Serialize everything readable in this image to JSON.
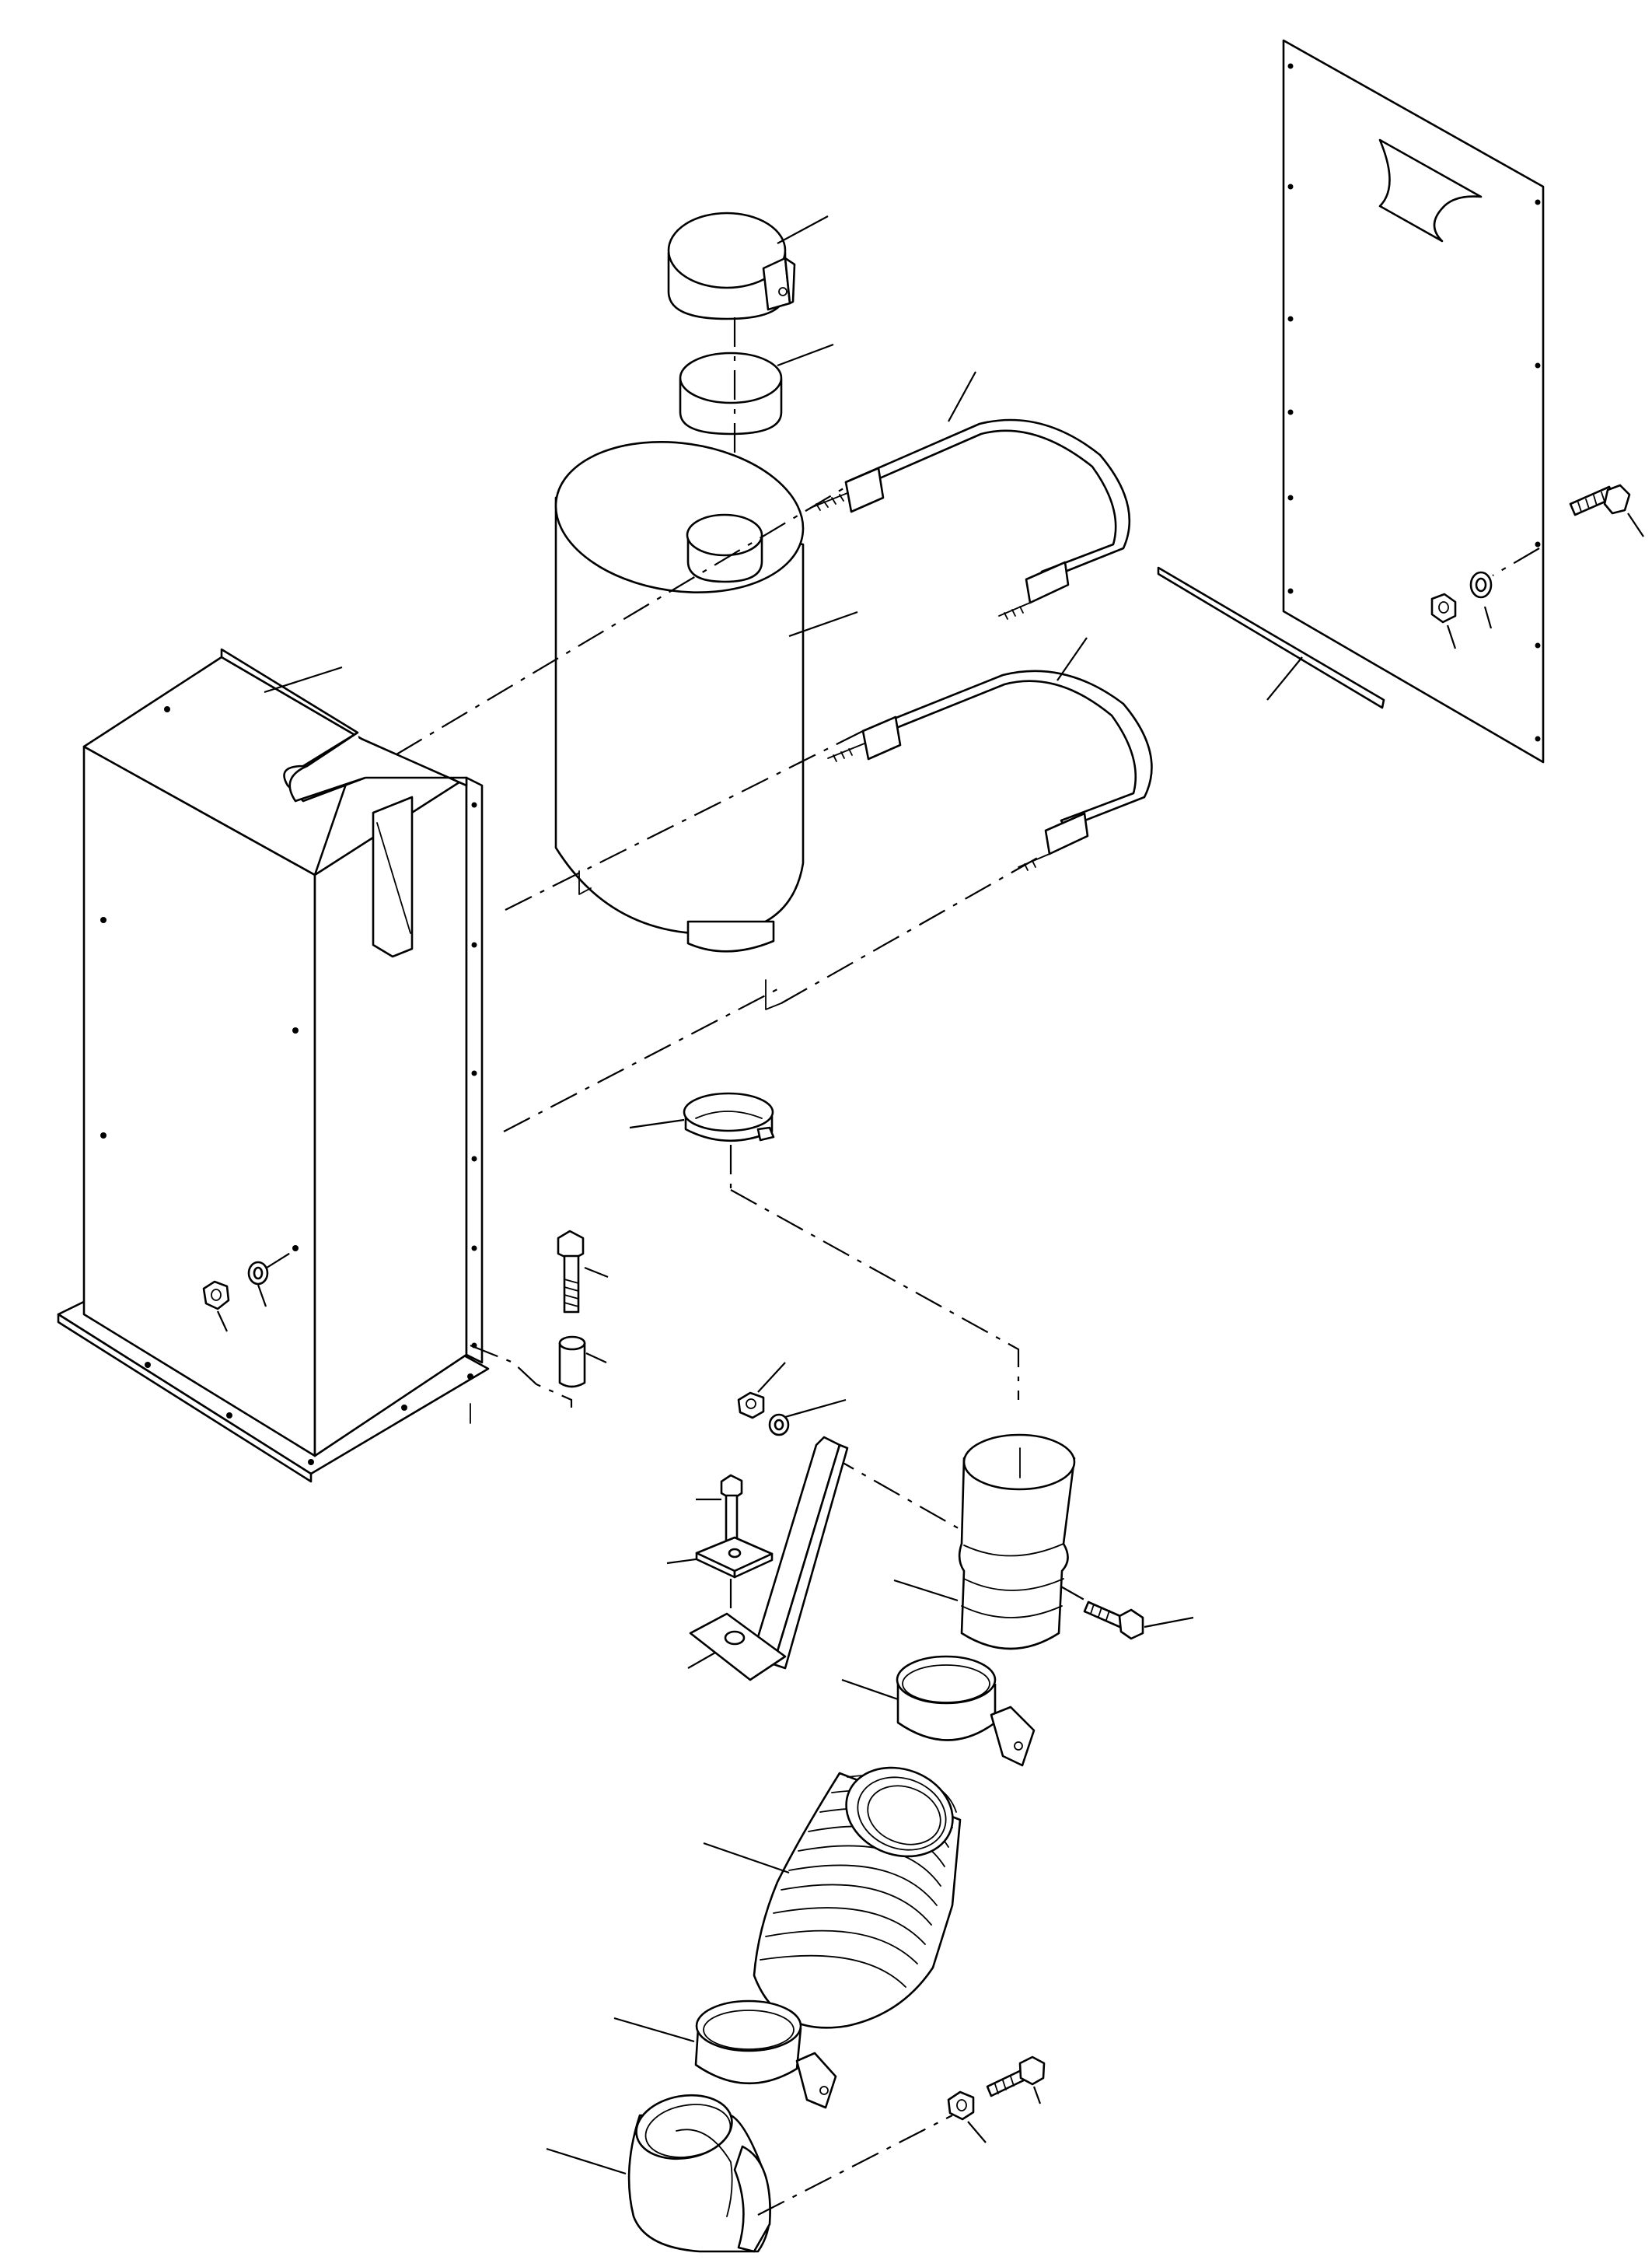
{
  "diagram": {
    "parts": [
      {
        "name": "side-panel-right"
      },
      {
        "name": "rain-cap"
      },
      {
        "name": "exhaust-adapter-top"
      },
      {
        "name": "muffler"
      },
      {
        "name": "u-bolt-strap-upper"
      },
      {
        "name": "u-bolt-strap-lower"
      },
      {
        "name": "gasket-strip"
      },
      {
        "name": "muffler-housing"
      },
      {
        "name": "outlet-clamp"
      },
      {
        "name": "mounting-bolt"
      },
      {
        "name": "spacer-tube"
      },
      {
        "name": "support-bracket"
      },
      {
        "name": "reducer-elbow"
      },
      {
        "name": "hose-clamp-upper"
      },
      {
        "name": "flex-bellows"
      },
      {
        "name": "hose-clamp-lower"
      },
      {
        "name": "inlet-elbow"
      }
    ]
  }
}
